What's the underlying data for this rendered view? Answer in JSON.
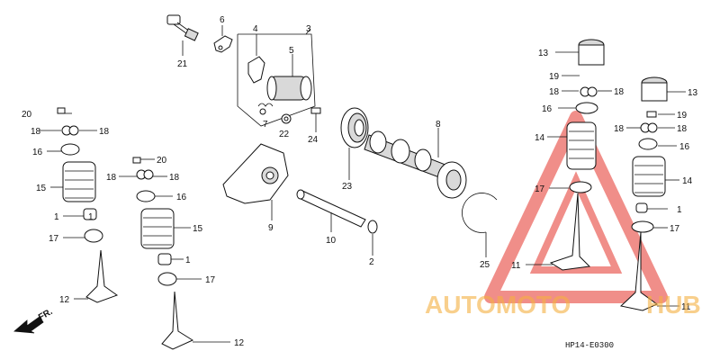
{
  "diagram": {
    "code": "HP14-E0300",
    "fr_label": "FR.",
    "callouts": [
      "1",
      "1",
      "1",
      "1",
      "2",
      "3",
      "4",
      "5",
      "6",
      "7",
      "8",
      "9",
      "10",
      "11",
      "11",
      "12",
      "12",
      "13",
      "13",
      "14",
      "14",
      "15",
      "15",
      "16",
      "16",
      "16",
      "16",
      "17",
      "17",
      "17",
      "17",
      "18",
      "18",
      "18",
      "18",
      "18",
      "18",
      "18",
      "18",
      "19",
      "19",
      "20",
      "20",
      "21",
      "22",
      "23",
      "24",
      "25"
    ]
  },
  "watermark": {
    "word_left": "AUTOMOTO",
    "word_right": "HUB",
    "color_red": "#e5332a",
    "color_orange": "#f5b041"
  }
}
